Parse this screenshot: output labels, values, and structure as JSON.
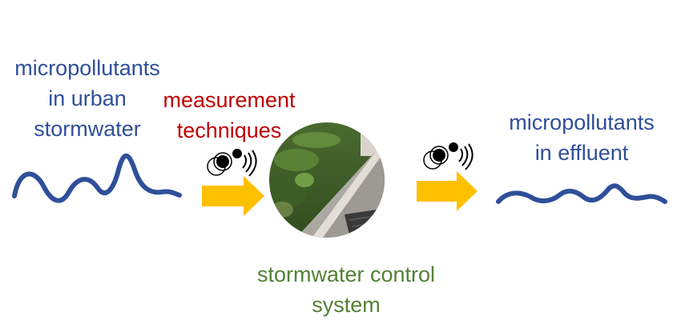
{
  "colors": {
    "blue": "#2f4f9a",
    "red": "#c00000",
    "green": "#538135",
    "arrow": "#ffc000",
    "sensor": "#000000"
  },
  "influent": {
    "lines": [
      "micropollutants",
      "in urban",
      "stormwater"
    ]
  },
  "measurement": {
    "lines": [
      "measurement",
      "techniques"
    ]
  },
  "effluent": {
    "lines": [
      "micropollutants",
      "in effluent"
    ]
  },
  "system": {
    "lines": [
      "stormwater control",
      "system"
    ]
  },
  "icons": [
    "sensor-icon",
    "arrow-right-icon",
    "wave-icon",
    "photo-stormwater-channel"
  ]
}
